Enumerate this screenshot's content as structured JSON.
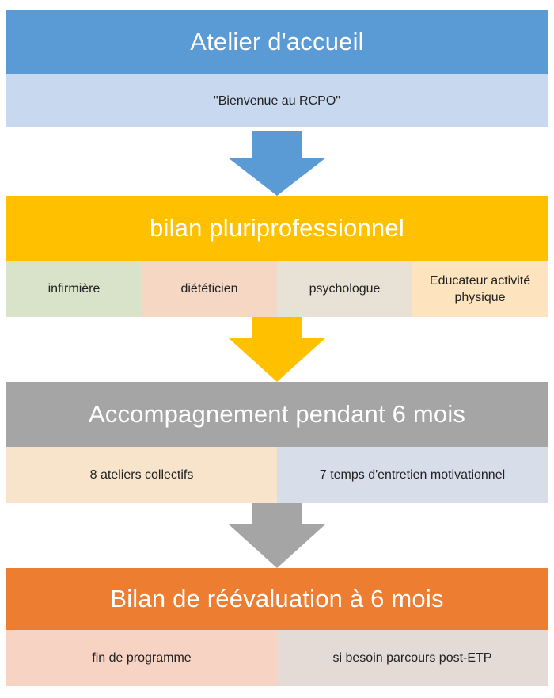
{
  "steps": [
    {
      "title": "Atelier d'accueil",
      "header_color": "#5B9BD5",
      "cells": [
        {
          "label": "\"Bienvenue au RCPO\"",
          "color": "#C8D8EE"
        }
      ]
    },
    {
      "title": "bilan pluriprofessionnel",
      "header_color": "#FFC000",
      "cells": [
        {
          "label": "infirmière",
          "color": "#D9E3C9"
        },
        {
          "label": "diététicien",
          "color": "#F6D7C4"
        },
        {
          "label": "psychologue",
          "color": "#E8E1D6"
        },
        {
          "label": "Educateur activité physique",
          "color": "#FDE4BE"
        }
      ]
    },
    {
      "title": "Accompagnement pendant 6 mois",
      "header_color": "#A5A5A5",
      "cells": [
        {
          "label": "8 ateliers collectifs",
          "color": "#F7E4CB"
        },
        {
          "label": "7 temps d'entretien motivationnel",
          "color": "#D7DEEA"
        }
      ]
    },
    {
      "title": "Bilan de réévaluation à 6 mois",
      "header_color": "#ED7D31",
      "cells": [
        {
          "label": "fin de programme",
          "color": "#F7D3C3"
        },
        {
          "label": "si besoin parcours post-ETP",
          "color": "#E5DBD6"
        }
      ]
    }
  ],
  "arrows": [
    {
      "color": "#5B9BD5"
    },
    {
      "color": "#FFC000"
    },
    {
      "color": "#A5A5A5"
    }
  ]
}
